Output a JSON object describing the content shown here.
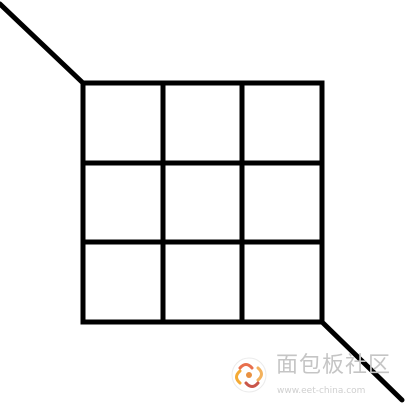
{
  "diagram": {
    "grid": {
      "rows": 3,
      "cols": 3,
      "stroke_color": "#000000"
    },
    "diagonal_lines": [
      {
        "side": "top-left"
      },
      {
        "side": "bottom-right"
      }
    ]
  },
  "watermark": {
    "name": "面包板社区",
    "url": "www.eet-china.com",
    "logo_icon": "eet-china-swirl-logo"
  }
}
